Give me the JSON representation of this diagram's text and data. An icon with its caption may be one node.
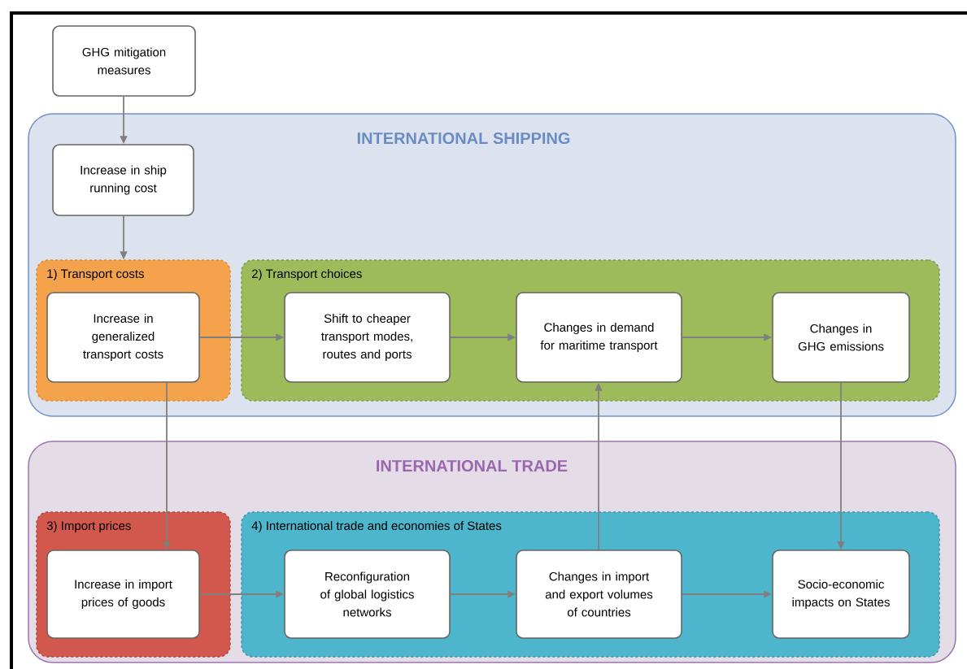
{
  "diagram": {
    "nodes": [
      {
        "text": [
          "GHG mitigation measures"
        ]
      },
      {
        "text": [
          "INTERNATIONAL SHIPPING"
        ]
      },
      {
        "text": [
          "Increase in ship running cost"
        ],
        "in": 1
      },
      {
        "text": [
          "1) Transport costs"
        ],
        "in": 1
      },
      {
        "text": [
          "Increase in generalized transport costs"
        ],
        "in": 3
      },
      {
        "text": [
          "2) Transport choices"
        ],
        "in": 1
      },
      {
        "text": [
          "Shift to cheaper transport modes, routes and ports"
        ],
        "in": 5
      },
      {
        "text": [
          "Changes in demand for maritime transport"
        ],
        "in": 5
      },
      {
        "text": [
          "Changes in GHG emissions"
        ],
        "in": 5
      },
      {
        "text": [
          "INTERNATIONAL TRADE"
        ]
      },
      {
        "text": [
          "3) Import prices"
        ],
        "in": 9
      },
      {
        "text": [
          "Increase in import prices of goods"
        ],
        "in": 10
      },
      {
        "text": [
          "4) International trade and economies of States"
        ],
        "in": 9
      },
      {
        "text": [
          "Reconfiguration of global logistics networks"
        ],
        "in": 12
      },
      {
        "text": [
          "Changes in import and export volumes of countries"
        ],
        "in": 12
      },
      {
        "text": [
          "Socio-economic impacts on States"
        ],
        "in": 12
      }
    ],
    "edges": [
      {
        "from": 0,
        "to": 2,
        "arrow": "to"
      },
      {
        "from": 2,
        "to": 3,
        "arrow": "to"
      },
      {
        "from": 4,
        "to": 6,
        "arrow": "to"
      },
      {
        "from": 6,
        "to": 7,
        "arrow": "to"
      },
      {
        "from": 7,
        "to": 8,
        "arrow": "to"
      },
      {
        "from": 4,
        "to": 11,
        "arrow": "to"
      },
      {
        "from": 8,
        "to": 15,
        "arrow": "to"
      },
      {
        "from": 11,
        "to": 13,
        "arrow": "to"
      },
      {
        "from": 13,
        "to": 14,
        "arrow": "to"
      },
      {
        "from": 14,
        "to": 15,
        "arrow": "to"
      },
      {
        "from": 14,
        "to": 7,
        "arrow": "to"
      }
    ]
  }
}
